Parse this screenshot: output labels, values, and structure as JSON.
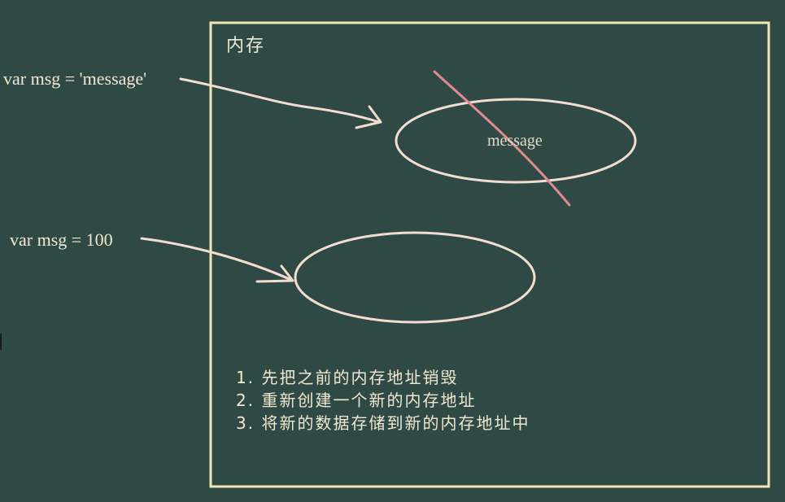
{
  "memory": {
    "title": "内存"
  },
  "variables": {
    "first": "var msg = 'message'",
    "second": "var msg = 100"
  },
  "old_value": {
    "text": "message"
  },
  "steps": [
    "1. 先把之前的内存地址销毁",
    "2. 重新创建一个新的内存地址",
    "3. 将新的数据存储到新的内存地址中"
  ],
  "colors": {
    "background": "#2f4a45",
    "frame": "#f0e6b8",
    "ellipse": "#f3ddd0",
    "arrow": "#f3ddd0",
    "strike": "#e08a92",
    "text": "#f2e8d2"
  }
}
